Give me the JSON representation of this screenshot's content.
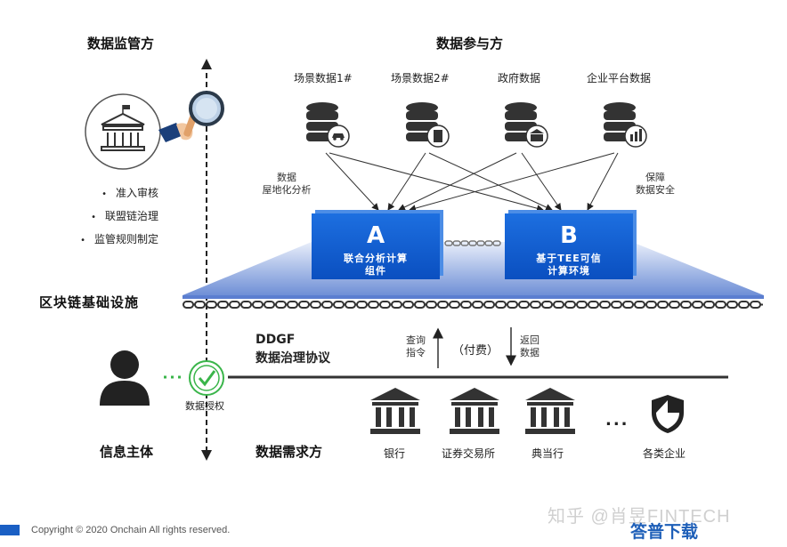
{
  "regulator": {
    "title": "数据监管方",
    "bullets": [
      "准入审核",
      "联盟链治理",
      "监管规则制定"
    ]
  },
  "participants": {
    "title": "数据参与方",
    "sources": [
      "场景数据1#",
      "场景数据2#",
      "政府数据",
      "企业平台数据"
    ],
    "left_note": [
      "数据",
      "屋地化分析"
    ],
    "right_note": [
      "保障",
      "数据安全"
    ]
  },
  "compute": {
    "a": {
      "letter": "A",
      "name": [
        "联合分析计算",
        "组件"
      ]
    },
    "b": {
      "letter": "B",
      "name": [
        "基于TEE可信",
        "计算环境"
      ]
    }
  },
  "blockchain": {
    "label": "区块链基础设施"
  },
  "protocol": {
    "title": "DDGF",
    "subtitle": "数据治理协议",
    "query": [
      "查询",
      "指令"
    ],
    "fee": "（付费）",
    "return": [
      "返回",
      "数据"
    ]
  },
  "subject": {
    "auth": "数据授权",
    "title": "信息主体"
  },
  "demand": {
    "title": "数据需求方",
    "orgs": [
      "银行",
      "证券交易所",
      "典当行",
      "各类企业"
    ],
    "ellipsis": "..."
  },
  "footer": {
    "copyright": "Copyright © 2020 Onchain  All rights reserved.",
    "watermark": "知乎 @肖昱FINTECH",
    "watermark2": "答普下载"
  },
  "colors": {
    "accent": "#0a4fc0",
    "green": "#3ab54a",
    "dark": "#333333"
  }
}
